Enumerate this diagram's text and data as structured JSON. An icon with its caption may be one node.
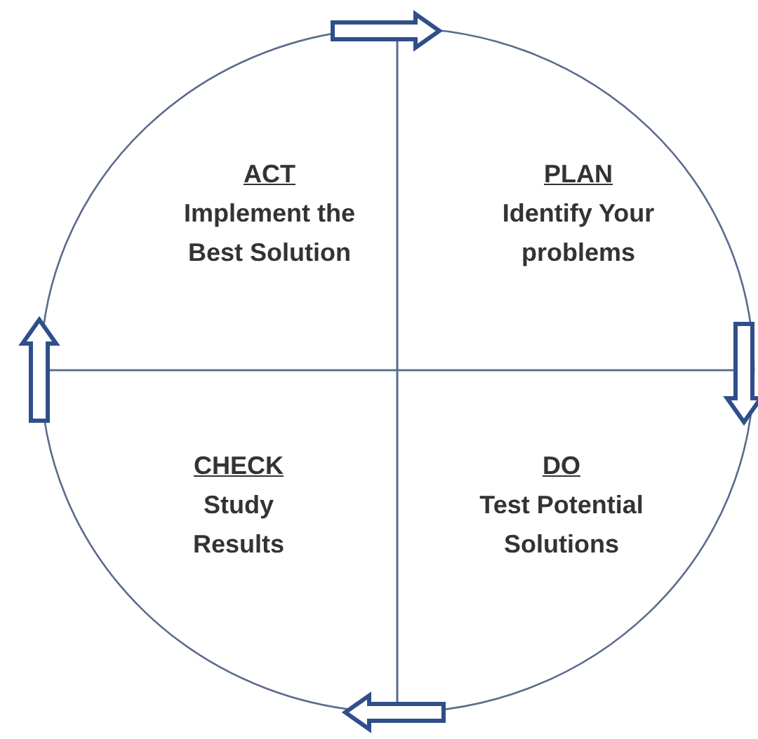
{
  "diagram": {
    "nodes": [
      {
        "text": [
          "ACT",
          "Implement the Best Solution"
        ]
      },
      {
        "text": [
          "PLAN",
          "Identify Your problems"
        ]
      },
      {
        "text": [
          "CHECK",
          "Study Results"
        ]
      },
      {
        "text": [
          "DO",
          "Test Potential Solutions"
        ]
      }
    ],
    "edges": [
      {
        "from": 0,
        "to": 1,
        "arrow": "to"
      },
      {
        "from": 1,
        "to": 3,
        "arrow": "to"
      },
      {
        "from": 3,
        "to": 2,
        "arrow": "to"
      },
      {
        "from": 2,
        "to": 0,
        "arrow": "to"
      }
    ]
  }
}
